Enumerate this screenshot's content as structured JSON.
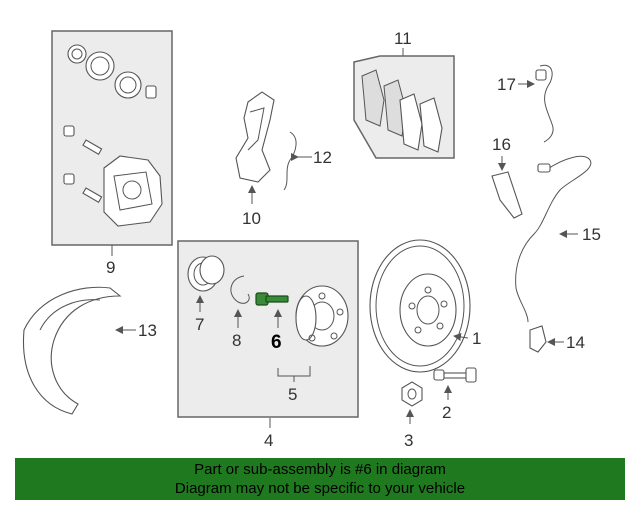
{
  "callouts": {
    "c1": "1",
    "c2": "2",
    "c3": "3",
    "c4": "4",
    "c5": "5",
    "c6": "6",
    "c7": "7",
    "c8": "8",
    "c9": "9",
    "c10": "10",
    "c11": "11",
    "c12": "12",
    "c13": "13",
    "c14": "14",
    "c15": "15",
    "c16": "16",
    "c17": "17"
  },
  "banner": {
    "line1": "Part or sub-assembly is #6 in diagram",
    "line2": "Diagram may not be specific to your vehicle"
  },
  "colors": {
    "banner": "#1f7a1f",
    "highlight_part": "#3a8a3a"
  },
  "highlighted_part": "6"
}
